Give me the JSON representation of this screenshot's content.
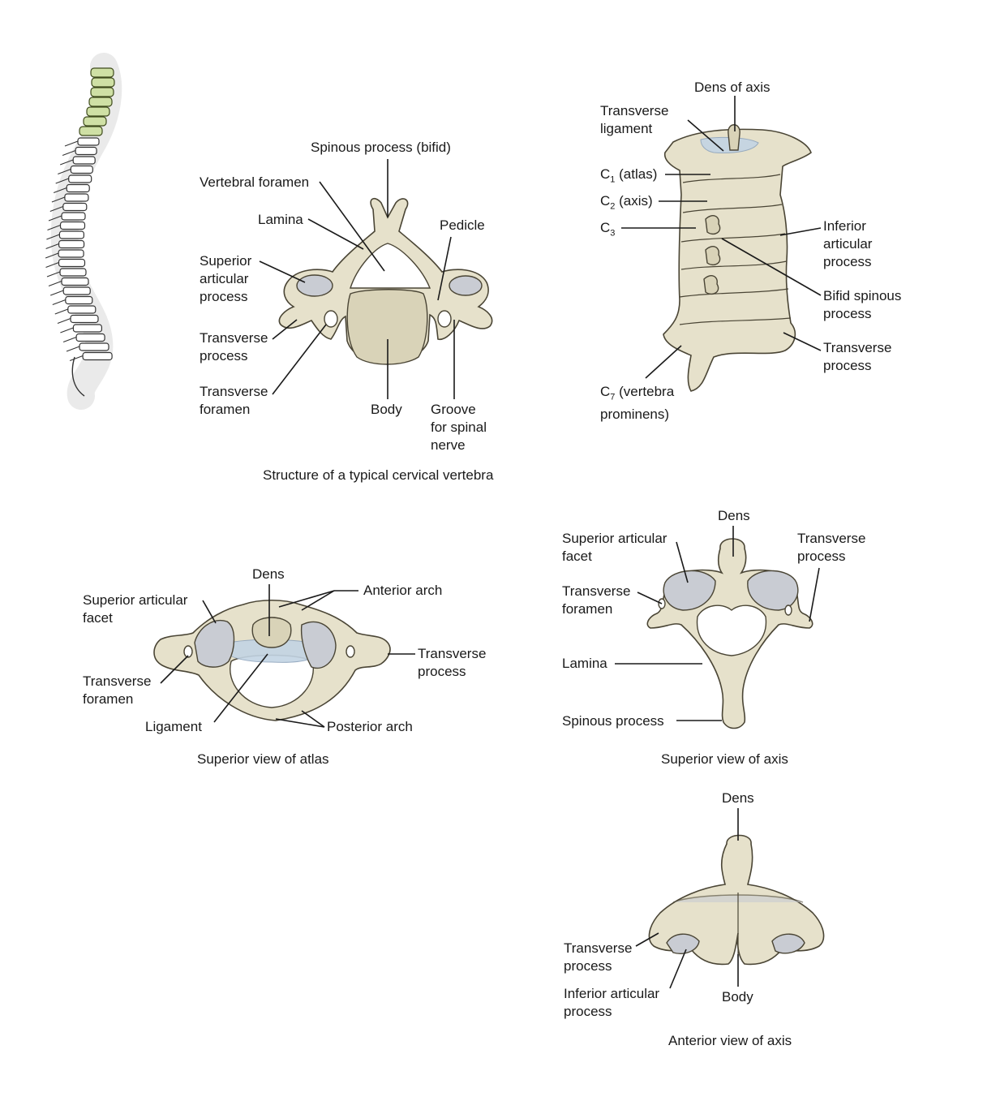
{
  "figures": {
    "typical": {
      "caption": "Structure of a typical cervical vertebra",
      "labels": {
        "spinous": "Spinous process (bifid)",
        "vertebral_foramen": "Vertebral foramen",
        "lamina": "Lamina",
        "pedicle": "Pedicle",
        "superior_articular": "Superior\narticular\nprocess",
        "transverse_process": "Transverse\nprocess",
        "transverse_foramen": "Transverse\nforamen",
        "body": "Body",
        "groove": "Groove\nfor spinal\nnerve"
      }
    },
    "column": {
      "labels": {
        "dens": "Dens of axis",
        "transverse_ligament": "Transverse\nligament",
        "c1_prefix": "C",
        "c1_sub": "1",
        "c1_suffix": " (atlas)",
        "c2_prefix": "C",
        "c2_sub": "2",
        "c2_suffix": " (axis)",
        "c3_prefix": "C",
        "c3_sub": "3",
        "c3_suffix": "",
        "inferior_articular": "Inferior\narticular\nprocess",
        "bifid_spinous": "Bifid spinous\nprocess",
        "transverse_process": "Transverse\nprocess",
        "c7_prefix": "C",
        "c7_sub": "7",
        "c7_suffix": " (vertebra\nprominens)"
      }
    },
    "atlas": {
      "caption": "Superior view of atlas",
      "labels": {
        "dens": "Dens",
        "anterior_arch": "Anterior arch",
        "superior_facet": "Superior articular\nfacet",
        "transverse_process": "Transverse\nprocess",
        "transverse_foramen": "Transverse\nforamen",
        "ligament": "Ligament",
        "posterior_arch": "Posterior arch"
      }
    },
    "axis_superior": {
      "caption": "Superior view of axis",
      "labels": {
        "dens": "Dens",
        "superior_facet": "Superior articular\nfacet",
        "transverse_process": "Transverse\nprocess",
        "transverse_foramen": "Transverse\nforamen",
        "lamina": "Lamina",
        "spinous": "Spinous process"
      }
    },
    "axis_anterior": {
      "caption": "Anterior view of axis",
      "labels": {
        "dens": "Dens",
        "transverse_process": "Transverse\nprocess",
        "inferior_articular": "Inferior articular\nprocess",
        "body": "Body"
      }
    }
  },
  "colors": {
    "bone": "#e6e1cb",
    "facet": "#c9ccd3",
    "ligament": "#c3d4e4",
    "cervical_highlight": "#cfe0a5",
    "leader": "#1a1a1a"
  }
}
